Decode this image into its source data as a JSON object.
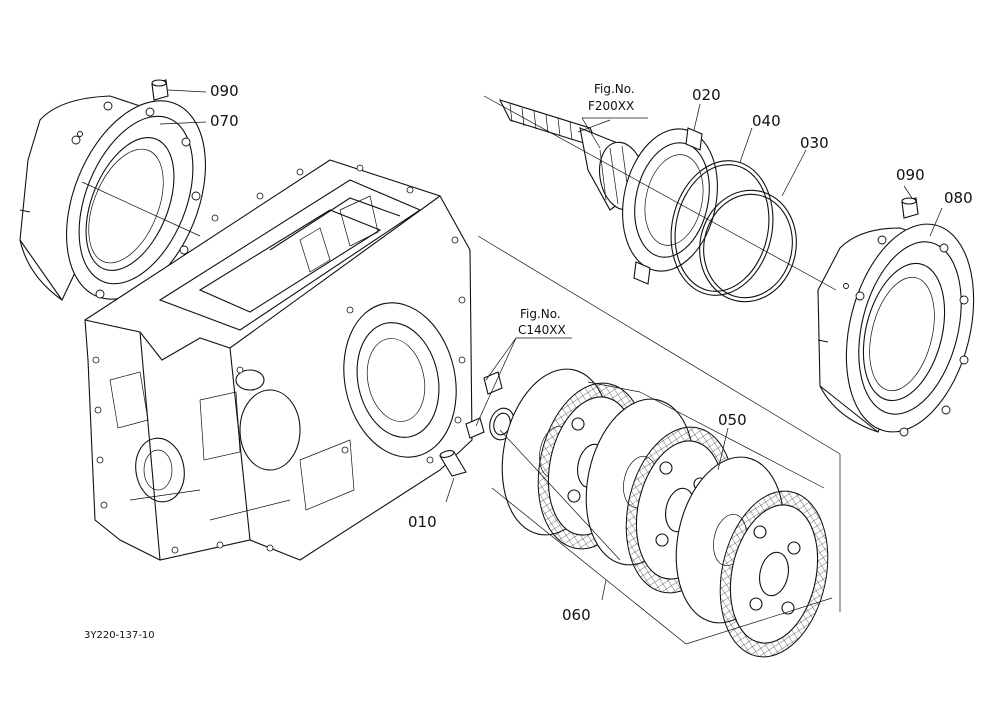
{
  "callouts": {
    "p090_left": "090",
    "p070": "070",
    "p020": "020",
    "p040": "040",
    "p030": "030",
    "p090_right": "090",
    "p080": "080",
    "p050": "050",
    "p010": "010",
    "p060": "060"
  },
  "figure_refs": {
    "shaft_label": "Fig.No.",
    "shaft_code": "F200XX",
    "housing_label": "Fig.No.",
    "housing_code": "C140XX"
  },
  "drawing_code": "3Y220-137-10"
}
